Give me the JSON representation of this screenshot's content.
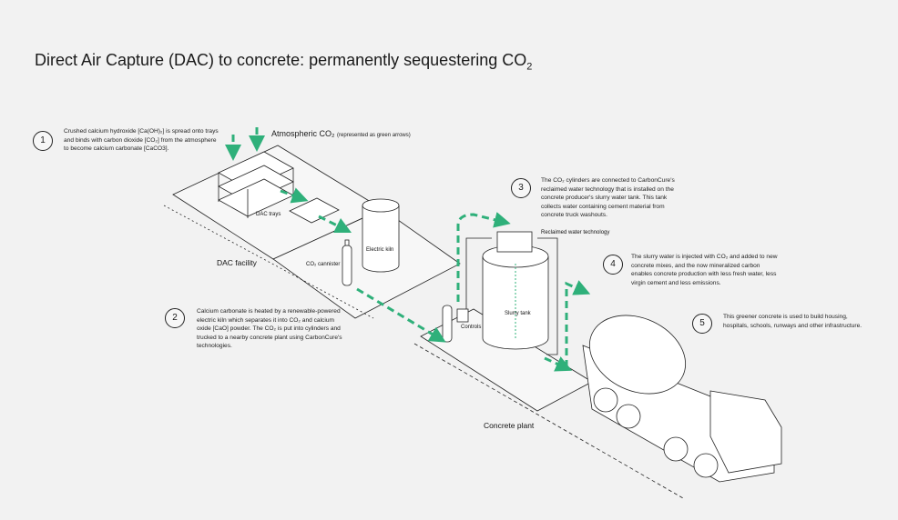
{
  "title": {
    "text": "Direct Air Capture (DAC) to concrete: permanently sequestering CO",
    "sub": "2"
  },
  "atmospheric": {
    "label": "Atmospheric CO₂",
    "note": "(represented as green arrows)"
  },
  "steps": [
    {
      "num": "1",
      "text": "Crushed calcium hydroxide [Ca(OH)₂] is spread onto trays and binds with carbon dioxide [CO₂] from the atmosphere to become calcium carbonate [CaCO3]."
    },
    {
      "num": "2",
      "text": "Calcium carbonate is heated by a renewable-powered electric kiln which separates it into CO₂ and calcium oxide [CaO] powder. The CO₂ is put into cylinders and trucked to a nearby concrete plant using CarbonCure's technologies."
    },
    {
      "num": "3",
      "text": "The CO₂ cylinders are connected to CarbonCure's reclaimed water technology that is installed on the concrete producer's slurry water tank. This tank collects water containing cement material from concrete truck washouts."
    },
    {
      "num": "4",
      "text": "The slurry water is injected with CO₂ and added to new concrete mixes, and the now mineralized carbon enables concrete production with less fresh water, less virgin cement and less emissions."
    },
    {
      "num": "5",
      "text": "This greener concrete is used to build housing, hospitals, schools, runways and other infrastructure."
    }
  ],
  "labels": {
    "dac_trays": "DAC trays",
    "electric_kiln": "Electric kiln",
    "co2_cannister": "CO₂ cannister",
    "reclaimed_water": "Reclaimed water technology",
    "slurry_tank": "Slurry tank",
    "controls": "Controls"
  },
  "zones": {
    "dac_facility": "DAC facility",
    "concrete_plant": "Concrete plant"
  },
  "colors": {
    "arrow_green": "#2fb07a",
    "line": "#222222",
    "background": "#f2f2f2"
  }
}
